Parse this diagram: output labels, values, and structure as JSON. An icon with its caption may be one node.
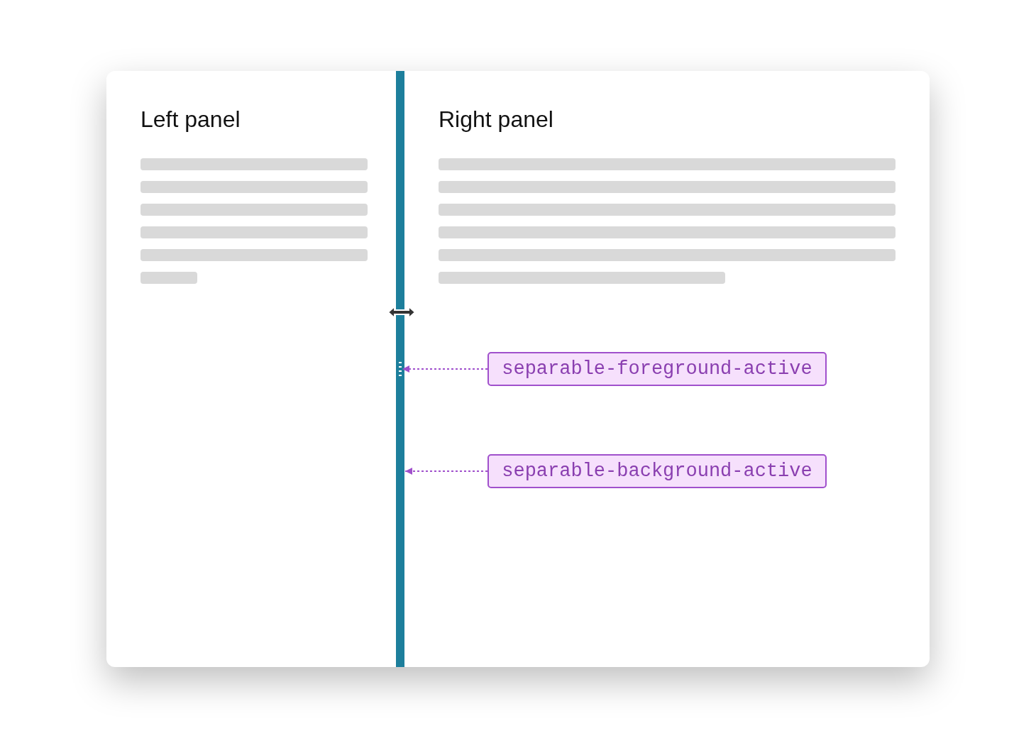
{
  "diagram": {
    "nodes": [
      {
        "text": [
          "Left panel"
        ]
      },
      {
        "text": [
          "Right panel"
        ]
      },
      {
        "text": [],
        "shape": "bar"
      },
      {
        "text": [],
        "shape": "picture",
        "in": 2
      },
      {
        "text": [
          "separable-foreground-active"
        ]
      },
      {
        "text": [
          "separable-background-active"
        ]
      }
    ],
    "edges": [
      {
        "from": 4,
        "to": 3,
        "arrow": "to",
        "style": "dashed"
      },
      {
        "from": 5,
        "to": 2,
        "arrow": "to",
        "style": "dashed"
      }
    ]
  }
}
